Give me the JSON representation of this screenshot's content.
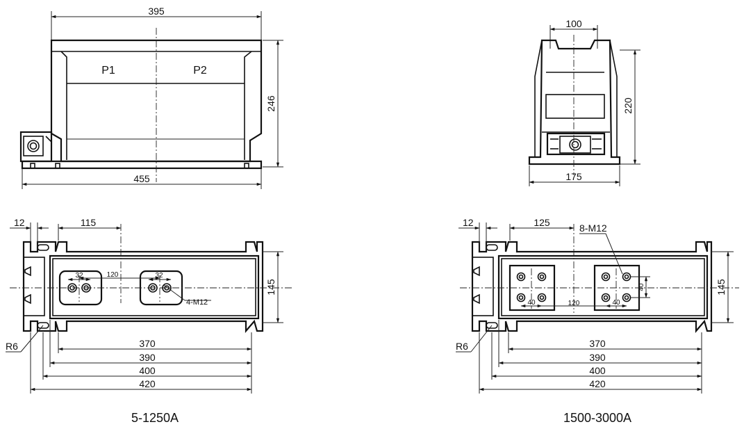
{
  "views": {
    "left_front": {
      "dim_top_width": "395",
      "dim_height": "246",
      "dim_base_width": "455",
      "terminal_p1": "P1",
      "terminal_p2": "P2"
    },
    "right_side": {
      "dim_top_width": "100",
      "dim_height": "220",
      "dim_base_width": "175"
    },
    "left_plan": {
      "dim_slot": "12",
      "dim_offset": "115",
      "dim_hole_spacing_a": "32",
      "dim_hole_spacing_b": "32",
      "dim_center": "120",
      "dim_bolt_callout": "4-M12",
      "dim_depth": "145",
      "dim_radius": "R6",
      "dim_370": "370",
      "dim_390": "390",
      "dim_400": "400",
      "dim_420": "420"
    },
    "right_plan": {
      "dim_slot": "12",
      "dim_offset": "125",
      "dim_bolt_callout": "8-M12",
      "dim_hole_40_a": "40",
      "dim_hole_40_b": "40",
      "dim_hole_40_c": "40",
      "dim_center": "120",
      "dim_depth": "145",
      "dim_radius": "R6",
      "dim_370": "370",
      "dim_390": "390",
      "dim_400": "400",
      "dim_420": "420"
    }
  },
  "captions": {
    "left": "5-1250A",
    "right": "1500-3000A"
  }
}
